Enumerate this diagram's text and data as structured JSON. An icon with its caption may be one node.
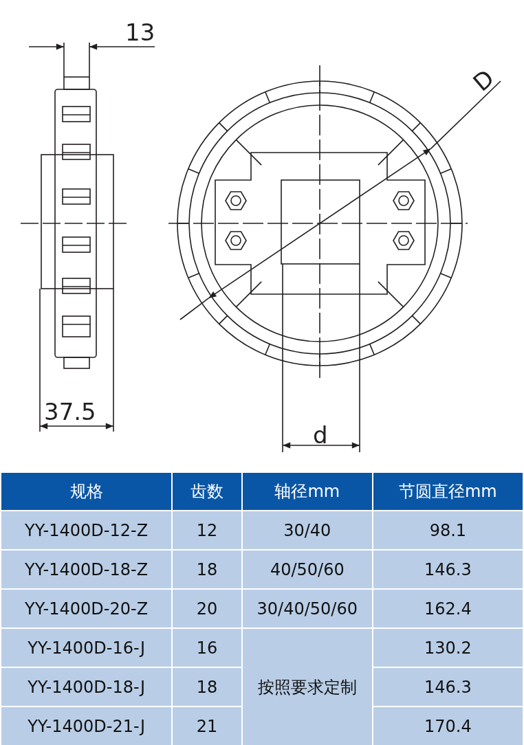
{
  "diagram": {
    "labels": [
      "13",
      "D",
      "37.5",
      "d",
      "规格",
      "齿数",
      "轴径mm",
      "节圆直径mm",
      "YY-1400D-12-Z",
      "12",
      "30/40",
      "98.1",
      "YY-1400D-18-Z",
      "18",
      "40/50/60",
      "146.3",
      "YY-1400D-20-Z",
      "20",
      "30/40/50/60",
      "162.4",
      "YY-1400D-16-J",
      "16",
      "按照要求定制",
      "130.2",
      "YY-1400D-18-J",
      "18",
      "146.3",
      "YY-1400D-21-J",
      "21",
      "170.4"
    ]
  }
}
